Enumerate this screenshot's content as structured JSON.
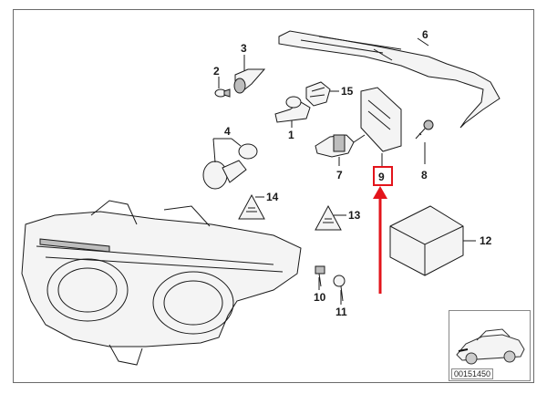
{
  "callouts": {
    "c1": "1",
    "c2": "2",
    "c3": "3",
    "c4": "4",
    "c6": "6",
    "c7": "7",
    "c8": "8",
    "c9": "9",
    "c10": "10",
    "c11": "11",
    "c12": "12",
    "c13": "13",
    "c14": "14",
    "c15": "15"
  },
  "diagram_id": "00151450",
  "colors": {
    "highlight": "#e3141b",
    "line": "#1a1a1a"
  }
}
